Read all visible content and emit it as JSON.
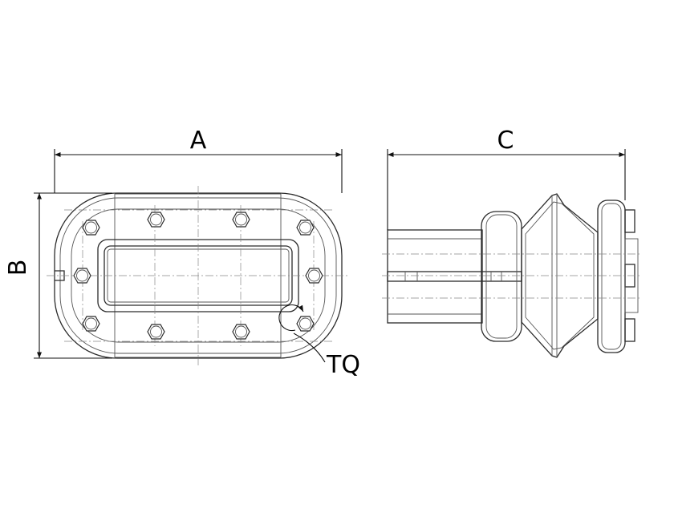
{
  "dimensions": {
    "A": "A",
    "B": "B",
    "C": "C",
    "TQ": "TQ"
  },
  "colors": {
    "line": "#2b2b2b",
    "dimension": "#111111",
    "background": "#ffffff"
  }
}
